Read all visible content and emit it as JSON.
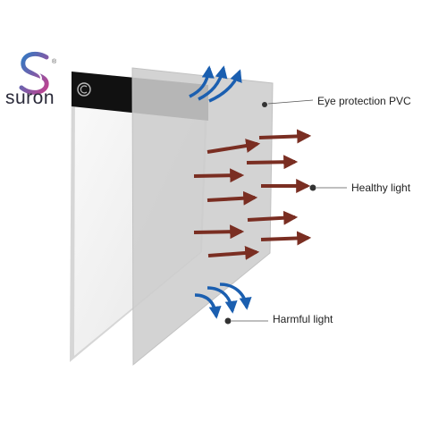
{
  "brand": {
    "name": "suron",
    "registered_mark": "®",
    "colors": {
      "gradient_start": "#2e7bc4",
      "gradient_end": "#c2418f",
      "text": "#2b2b3a"
    }
  },
  "device": {
    "button_icon": "power-c-icon",
    "colors": {
      "frame": "#d6d6d6",
      "surface": "#f1f1f1",
      "bar": "#111111",
      "pvc_sheet": "#cfcfcf"
    }
  },
  "labels": {
    "eye_protection": "Eye protection PVC",
    "healthy_light": "Healthy light",
    "harmful_light": "Harmful light"
  },
  "arrows": {
    "healthy_color": "#7a2e22",
    "harmful_color": "#1b5fb0",
    "callout_dot_color": "#333333"
  }
}
